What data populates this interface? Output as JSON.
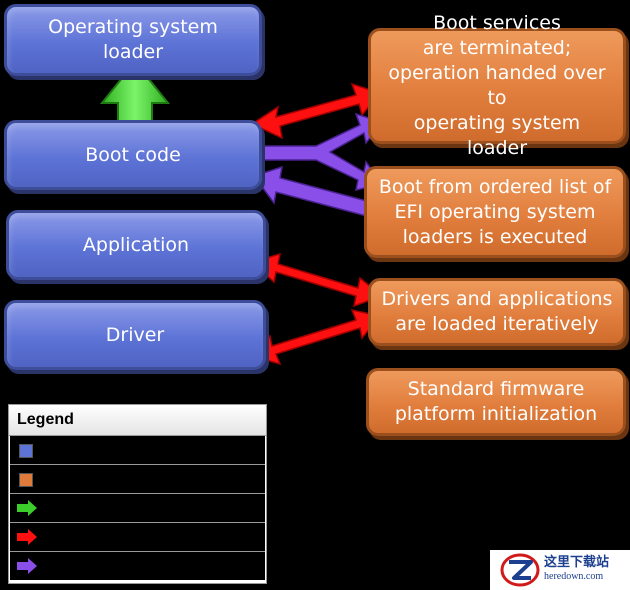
{
  "diagram": {
    "layers": {
      "os_loader": "Operating system\nloader",
      "boot_code": "Boot code",
      "application": "Application",
      "driver": "Driver"
    },
    "events": {
      "boot_services": "Boot services\nare terminated;\noperation handed over to\noperating system loader",
      "boot_from_list": "Boot from ordered list of\nEFI operating system\nloaders is executed",
      "drivers_apps": "Drivers and applications\nare loaded iteratively",
      "standard_firmware": "Standard firmware\nplatform initialization"
    }
  },
  "legend": {
    "title": "Legend",
    "entries": [
      "blue-square",
      "orange-square",
      "green-arrow",
      "red-arrow",
      "purple-arrow"
    ]
  },
  "colors": {
    "blue": "#5d73d6",
    "orange": "#e07c3b",
    "green": "#3ccf2c",
    "red": "#ff1010",
    "purple": "#8a4fe8"
  },
  "watermark": {
    "name_cn": "这里下载站",
    "url": "heredown.com"
  }
}
